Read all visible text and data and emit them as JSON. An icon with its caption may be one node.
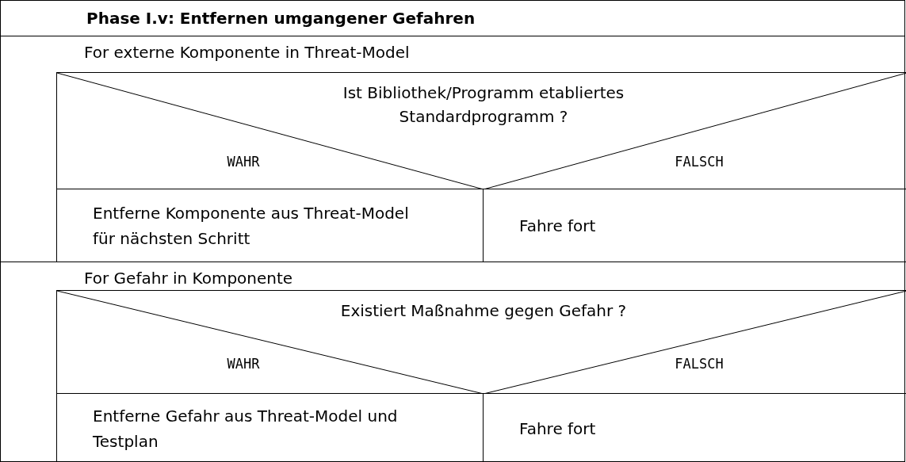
{
  "diagram": {
    "nodes": [
      {
        "text": [
          "Phase I.v: Entfernen umgangener Gefahren"
        ]
      },
      {
        "text": [
          "For externe Komponente in Threat-Model"
        ],
        "in": 0
      },
      {
        "text": [
          "Ist Bibliothek/Programm etabliertes Standardprogramm ?",
          "WAHR",
          "FALSCH"
        ],
        "in": 1
      },
      {
        "text": [
          "Entferne Komponente aus Threat-Model für nächsten Schritt"
        ],
        "in": 1
      },
      {
        "text": [
          "Fahre fort"
        ],
        "in": 1
      },
      {
        "text": [
          "For Gefahr in Komponente"
        ],
        "in": 0
      },
      {
        "text": [
          "Existiert Maßnahme gegen Gefahr ?",
          "WAHR",
          "FALSCH"
        ],
        "in": 5
      },
      {
        "text": [
          "Entferne Gefahr aus Threat-Model und Testplan"
        ],
        "in": 5
      },
      {
        "text": [
          "Fahre fort"
        ],
        "in": 5
      }
    ],
    "edges": []
  }
}
